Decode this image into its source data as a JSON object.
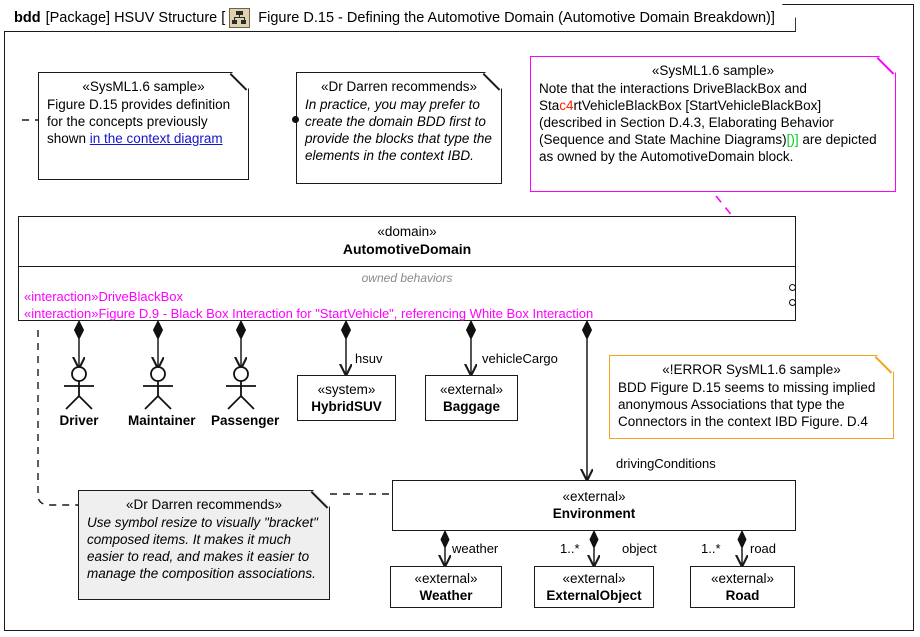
{
  "frame": {
    "kind": "bdd",
    "package_tag": "[Package]",
    "package_name": "HSUV Structure",
    "bracket_open": "[",
    "diagram_icon": "block-definition-diagram-icon",
    "title": "Figure D.15 - Defining the Automotive Domain (Automotive Domain Breakdown)",
    "bracket_close": "]"
  },
  "notes": {
    "sample_left": {
      "stereotype": "«SysML1.6 sample»",
      "line1": "Figure D.15 provides definition",
      "line2": "for the concepts previously",
      "line3_prefix": "shown ",
      "line3_link": "in the context diagram"
    },
    "darren_top": {
      "stereotype": "«Dr Darren recommends»",
      "body": "In practice, you may prefer to create the domain BDD first to provide the blocks that type the elements in the context IBD."
    },
    "sample_magenta": {
      "stereotype": "«SysML1.6 sample»",
      "seg1": "Note that the interactions DriveBlackBox and Sta",
      "seg2_red": "c4",
      "seg3": "rtVehicleBlackBox [StartVehicleBlackBox] (described in Section D.4.3, Elaborating Behavior (Sequence and State Machine Diagrams)",
      "seg4_green": "[)]",
      "seg5": " are depicted as owned by the AutomotiveDomain block."
    },
    "error_note": {
      "stereotype": "«!ERROR SysML1.6 sample»",
      "body": "BDD Figure D.15 seems to missing implied anonymous Associations that type the Connectors in the context IBD Figure. D.4"
    },
    "darren_bottom": {
      "stereotype": "«Dr Darren recommends»",
      "body": "Use symbol resize to visually \"bracket\" composed items. It makes it much easier to read, and makes it easier to manage the composition associations."
    }
  },
  "domain_block": {
    "stereotype": "«domain»",
    "name": "AutomotiveDomain",
    "compartment_title": "owned behaviors",
    "behaviors": [
      "«interaction»DriveBlackBox",
      "«interaction»Figure D.9 - Black Box Interaction for \"StartVehicle\", referencing White Box Interaction"
    ]
  },
  "actors": [
    {
      "name": "Driver"
    },
    {
      "name": "Maintainer"
    },
    {
      "name": "Passenger"
    }
  ],
  "blocks": [
    {
      "id": "hybridsuv",
      "stereotype": "«system»",
      "name": "HybridSUV"
    },
    {
      "id": "baggage",
      "stereotype": "«external»",
      "name": "Baggage"
    },
    {
      "id": "environment",
      "stereotype": "«external»",
      "name": "Environment"
    },
    {
      "id": "weather",
      "stereotype": "«external»",
      "name": "Weather"
    },
    {
      "id": "externalobject",
      "stereotype": "«external»",
      "name": "ExternalObject"
    },
    {
      "id": "road",
      "stereotype": "«external»",
      "name": "Road"
    }
  ],
  "edge_labels": {
    "hsuv": "hsuv",
    "vehicle_cargo": "vehicleCargo",
    "driving_conditions": "drivingConditions",
    "weather": "weather",
    "object": "object",
    "road": "road"
  },
  "multiplicities": {
    "object": "1..*",
    "road": "1..*"
  },
  "colors": {
    "magenta": "#ff00ff",
    "orange": "#f5a21e",
    "link_blue": "#1414cf",
    "red": "#ff2200",
    "green": "#00cc22",
    "note_gray": "#efefef",
    "compartment_gray": "#8a8a8a"
  }
}
